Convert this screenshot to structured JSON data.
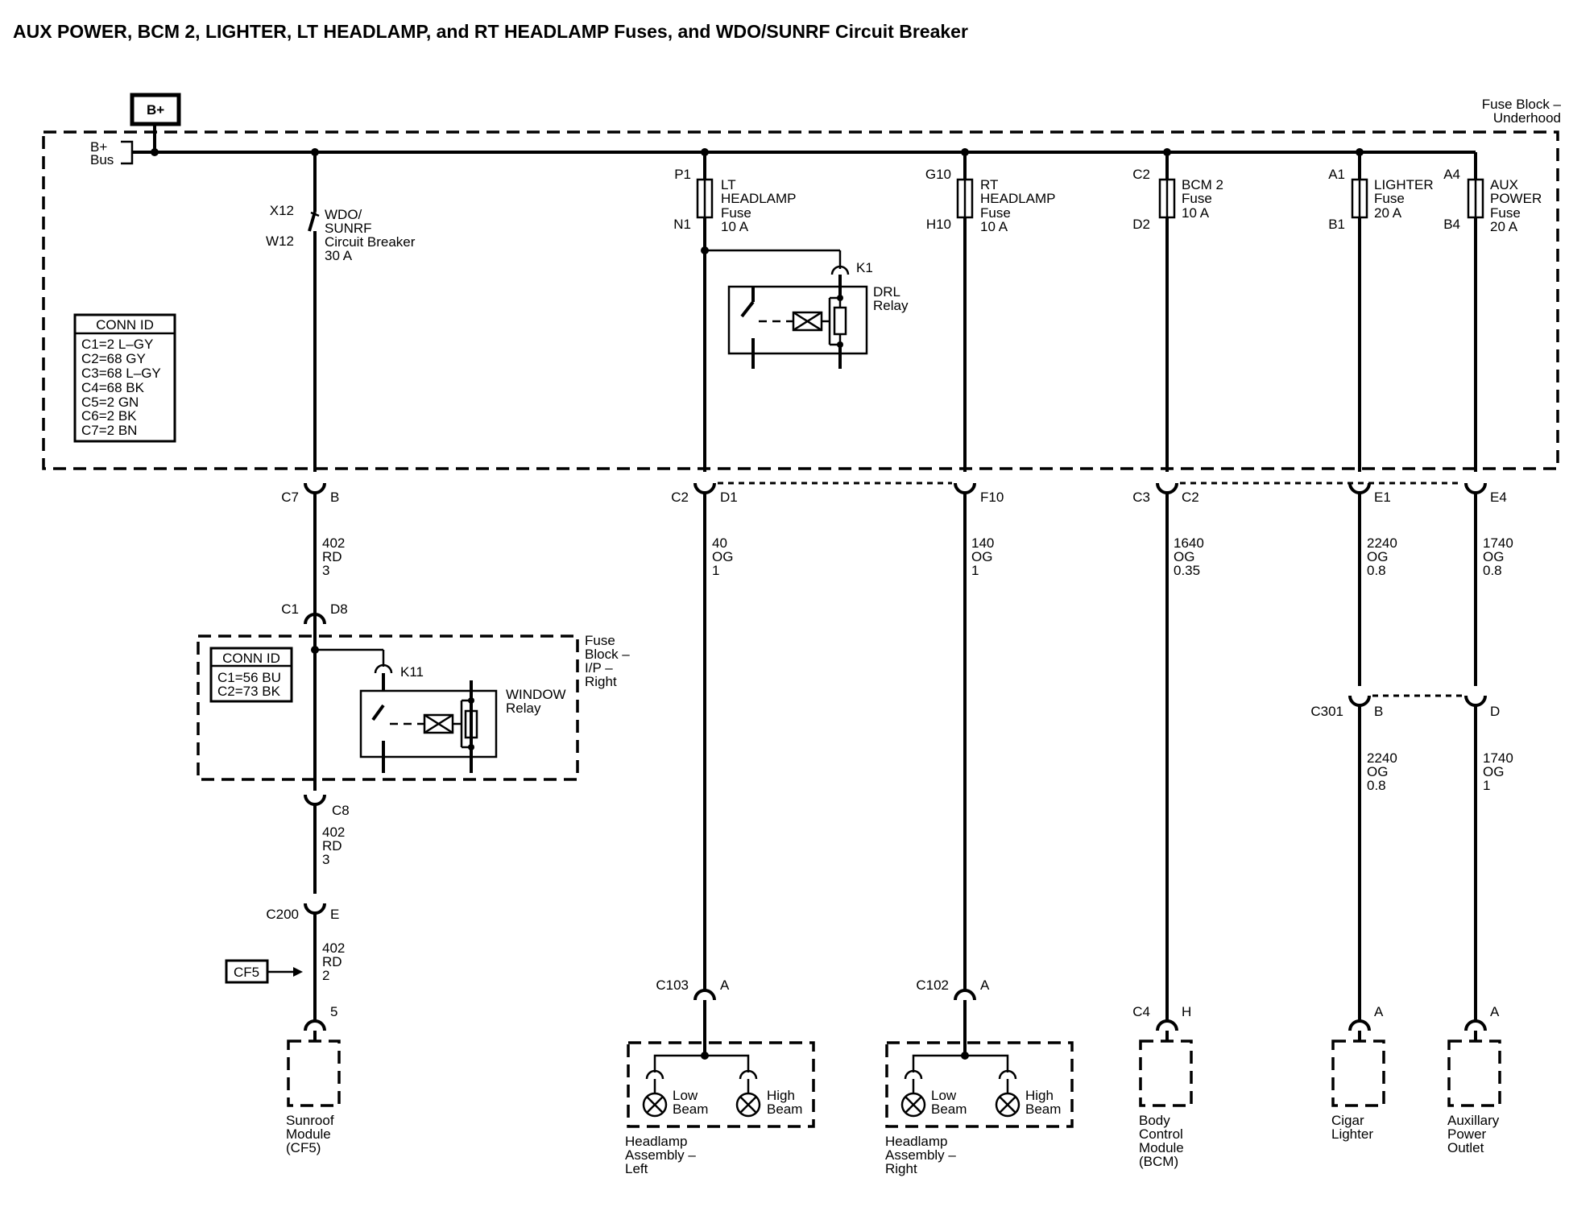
{
  "title": "AUX POWER, BCM 2, LIGHTER, LT HEADLAMP, and RT HEADLAMP Fuses, and WDO/SUNRF Circuit Breaker",
  "power_source": "B+",
  "bus_label": [
    "B+",
    "Bus"
  ],
  "underhood_block": [
    "Fuse Block –",
    "Underhood"
  ],
  "conn_id_underhood": {
    "header": "CONN ID",
    "lines": [
      "C1=2 L–GY",
      "C2=68 GY",
      "C3=68 L–GY",
      "C4=68 BK",
      "C5=2 GN",
      "C6=2 BK",
      "C7=2 BN"
    ]
  },
  "circuit_breaker": {
    "top_pin": "X12",
    "bottom_pin": "W12",
    "lines": [
      "WDO/",
      "SUNRF",
      "Circuit Breaker",
      "30 A"
    ]
  },
  "fuses": [
    {
      "id": "lt",
      "top_pin": "P1",
      "bottom_pin": "N1",
      "lines": [
        "LT",
        "HEADLAMP",
        "Fuse",
        "10 A"
      ]
    },
    {
      "id": "rt",
      "top_pin": "G10",
      "bottom_pin": "H10",
      "lines": [
        "RT",
        "HEADLAMP",
        "Fuse",
        "10 A"
      ]
    },
    {
      "id": "bcm",
      "top_pin": "C2",
      "bottom_pin": "D2",
      "lines": [
        "BCM 2",
        "Fuse",
        "10 A"
      ]
    },
    {
      "id": "lighter",
      "top_pin": "A1",
      "bottom_pin": "B1",
      "lines": [
        "LIGHTER",
        "Fuse",
        "20 A"
      ]
    },
    {
      "id": "aux",
      "top_pin": "A4",
      "bottom_pin": "B4",
      "lines": [
        "AUX",
        "POWER",
        "Fuse",
        "20 A"
      ]
    }
  ],
  "drl_relay": {
    "pin": "K1",
    "lines": [
      "DRL",
      "Relay"
    ]
  },
  "underhood_connectors": [
    {
      "id": "sunroof",
      "conn": "C7",
      "pin": "B"
    },
    {
      "id": "lt",
      "conn": "C2",
      "pin": "D1"
    },
    {
      "id": "rt",
      "conn": "",
      "pin": "F10"
    },
    {
      "id": "bcm",
      "conn": "C3",
      "pin": "C2"
    },
    {
      "id": "lighter",
      "conn": "",
      "pin": "E1"
    },
    {
      "id": "aux",
      "conn": "",
      "pin": "E4"
    }
  ],
  "wires": [
    {
      "id": "w402a",
      "lines": [
        "402",
        "RD",
        "3"
      ]
    },
    {
      "id": "w40",
      "lines": [
        "40",
        "OG",
        "1"
      ]
    },
    {
      "id": "w140",
      "lines": [
        "140",
        "OG",
        "1"
      ]
    },
    {
      "id": "w1640",
      "lines": [
        "1640",
        "OG",
        "0.35"
      ]
    },
    {
      "id": "w2240a",
      "lines": [
        "2240",
        "OG",
        "0.8"
      ]
    },
    {
      "id": "w1740a",
      "lines": [
        "1740",
        "OG",
        "0.8"
      ]
    },
    {
      "id": "w402b",
      "lines": [
        "402",
        "RD",
        "3"
      ]
    },
    {
      "id": "w402c",
      "lines": [
        "402",
        "RD",
        "2"
      ]
    },
    {
      "id": "w2240b",
      "lines": [
        "2240",
        "OG",
        "0.8"
      ]
    },
    {
      "id": "w1740b",
      "lines": [
        "1740",
        "OG",
        "1"
      ]
    }
  ],
  "ip_block": {
    "top_conn": "C1",
    "top_pin": "D8",
    "bottom_conn": "C8",
    "lines": [
      "Fuse",
      "Block –",
      "I/P –",
      "Right"
    ],
    "conn_id": {
      "header": "CONN ID",
      "lines": [
        "C1=56 BU",
        "C2=73 BK"
      ]
    },
    "window_relay": {
      "pin": "K11",
      "lines": [
        "WINDOW",
        "Relay"
      ]
    }
  },
  "c200": {
    "conn": "C200",
    "pin": "E"
  },
  "cf5": "CF5",
  "c301": {
    "conn": "C301",
    "pin_left": "B",
    "pin_right": "D"
  },
  "components": [
    {
      "id": "sunroof",
      "conn": "",
      "pin": "5",
      "lines": [
        "Sunroof",
        "Module",
        "(CF5)"
      ]
    },
    {
      "id": "hl-left",
      "conn": "C103",
      "pin": "A",
      "lines": [
        "Headlamp",
        "Assembly –",
        "Left"
      ],
      "low": [
        "Low",
        "Beam"
      ],
      "high": [
        "High",
        "Beam"
      ]
    },
    {
      "id": "hl-right",
      "conn": "C102",
      "pin": "A",
      "lines": [
        "Headlamp",
        "Assembly –",
        "Right"
      ],
      "low": [
        "Low",
        "Beam"
      ],
      "high": [
        "High",
        "Beam"
      ]
    },
    {
      "id": "bcm",
      "conn": "C4",
      "pin": "H",
      "lines": [
        "Body",
        "Control",
        "Module",
        "(BCM)"
      ]
    },
    {
      "id": "lighter",
      "conn": "",
      "pin": "A",
      "lines": [
        "Cigar",
        "Lighter"
      ]
    },
    {
      "id": "aux",
      "conn": "",
      "pin": "A",
      "lines": [
        "Auxillary",
        "Power",
        "Outlet"
      ]
    }
  ]
}
